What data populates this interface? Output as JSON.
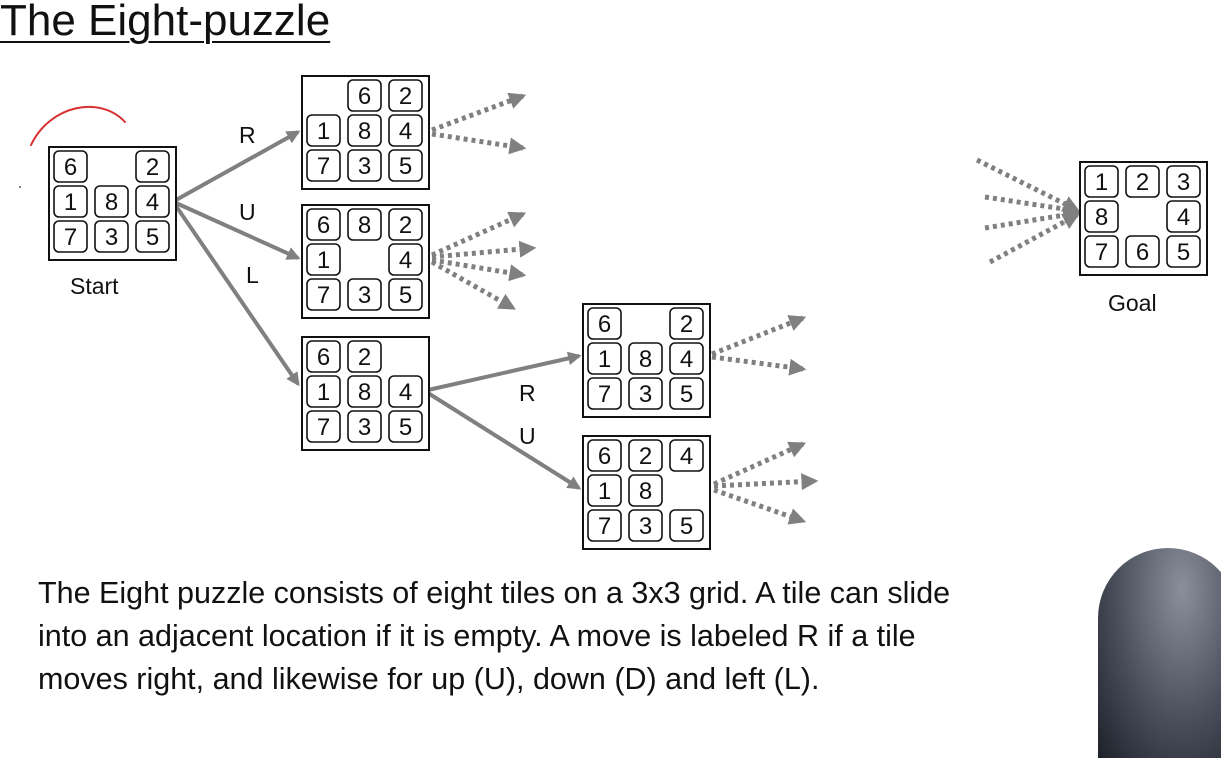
{
  "title": "The Eight-puzzle",
  "captions": {
    "start": "Start",
    "goal": "Goal"
  },
  "colors": {
    "arrow": "#808080",
    "annotation": "#d83030",
    "border": "#111111"
  },
  "states": {
    "start": [
      "6",
      "",
      "2",
      "1",
      "8",
      "4",
      "7",
      "3",
      "5"
    ],
    "s_r": [
      "",
      "6",
      "2",
      "1",
      "8",
      "4",
      "7",
      "3",
      "5"
    ],
    "s_u": [
      "6",
      "8",
      "2",
      "1",
      "",
      "4",
      "7",
      "3",
      "5"
    ],
    "s_l": [
      "6",
      "2",
      "",
      "1",
      "8",
      "4",
      "7",
      "3",
      "5"
    ],
    "s_l_r": [
      "6",
      "",
      "2",
      "1",
      "8",
      "4",
      "7",
      "3",
      "5"
    ],
    "s_l_u": [
      "6",
      "2",
      "4",
      "1",
      "8",
      "",
      "7",
      "3",
      "5"
    ],
    "goal": [
      "1",
      "2",
      "3",
      "8",
      "",
      "4",
      "7",
      "6",
      "5"
    ]
  },
  "moves": [
    {
      "from": "start",
      "to": "s_r",
      "label": "R"
    },
    {
      "from": "start",
      "to": "s_u",
      "label": "U"
    },
    {
      "from": "start",
      "to": "s_l",
      "label": "L"
    },
    {
      "from": "s_l",
      "to": "s_l_r",
      "label": "R"
    },
    {
      "from": "s_l",
      "to": "s_l_u",
      "label": "U"
    }
  ],
  "description": "The Eight puzzle consists of eight tiles on a 3x3 grid. A tile can slide into an adjacent location if it is empty. A move is labeled R if a tile moves right, and likewise for up (U), down (D) and left (L)."
}
